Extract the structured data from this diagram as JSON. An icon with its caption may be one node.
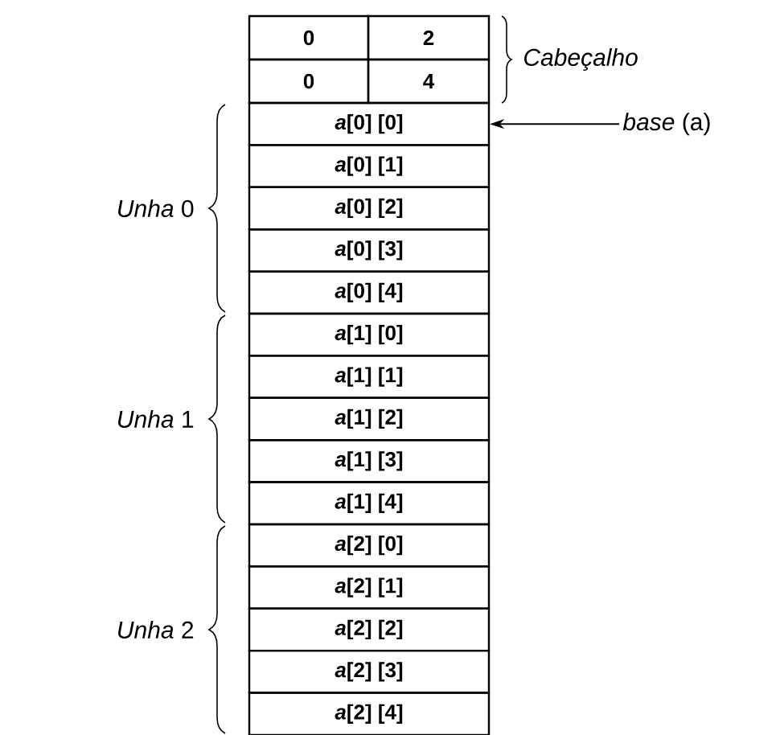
{
  "diagram": {
    "nodes": [
      {
        "text": [
          "0"
        ]
      },
      {
        "text": [
          "2"
        ]
      },
      {
        "text": [
          "0"
        ]
      },
      {
        "text": [
          "4"
        ]
      },
      {
        "text": [
          "*a*[0] [0]"
        ]
      },
      {
        "text": [
          "*a*[0] [1]"
        ]
      },
      {
        "text": [
          "*a*[0] [2]"
        ]
      },
      {
        "text": [
          "*a*[0] [3]"
        ]
      },
      {
        "text": [
          "*a*[0] [4]"
        ]
      },
      {
        "text": [
          "*a*[1] [0]"
        ]
      },
      {
        "text": [
          "*a*[1] [1]"
        ]
      },
      {
        "text": [
          "*a*[1] [2]"
        ]
      },
      {
        "text": [
          "*a*[1] [3]"
        ]
      },
      {
        "text": [
          "*a*[1] [4]"
        ]
      },
      {
        "text": [
          "*a*[2] [0]"
        ]
      },
      {
        "text": [
          "*a*[2] [1]"
        ]
      },
      {
        "text": [
          "*a*[2] [2]"
        ]
      },
      {
        "text": [
          "*a*[2] [3]"
        ]
      },
      {
        "text": [
          "*a*[2] [4]"
        ]
      },
      {
        "text": [
          "*base* (a)"
        ]
      }
    ],
    "edges": [
      {
        "from": 19,
        "to": 4,
        "arrow": "to"
      }
    ],
    "labels": [
      "*Cabeçalho*",
      "*Unha* 0",
      "*Unha* 1",
      "*Unha* 2"
    ]
  }
}
